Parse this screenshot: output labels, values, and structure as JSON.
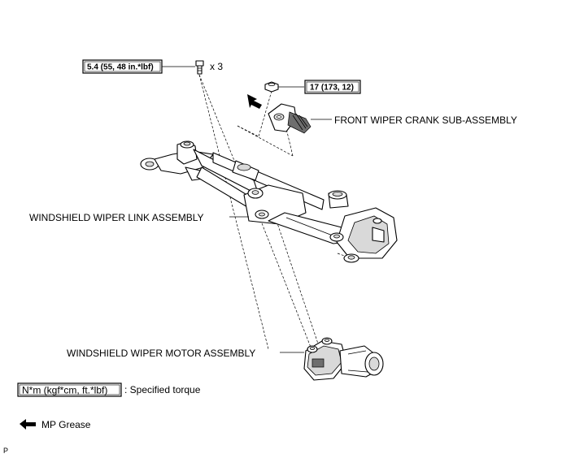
{
  "callouts": {
    "bolt_torque": "5.4 (55, 48 in.*lbf)",
    "bolt_quantity": "x 3",
    "nut_torque": "17 (173, 12)",
    "crank_label": "FRONT WIPER CRANK SUB-ASSEMBLY",
    "link_label": "WINDSHIELD WIPER LINK ASSEMBLY",
    "motor_label": "WINDSHIELD WIPER MOTOR ASSEMBLY"
  },
  "legend": {
    "torque_unit_box": "N*m (kgf*cm, ft.*lbf)",
    "torque_desc": ": Specified torque",
    "grease_label": "MP Grease"
  },
  "corner_mark": "P",
  "icons": {
    "grease_arrow": "left-arrow-icon"
  }
}
